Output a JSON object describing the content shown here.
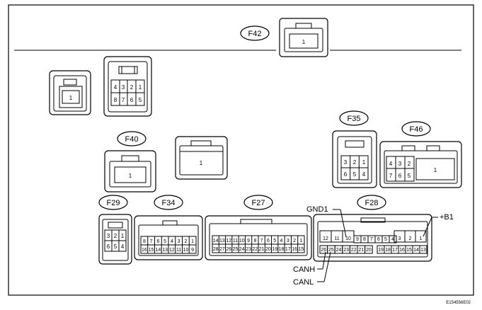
{
  "connectors": {
    "F42": {
      "label": "F42",
      "pins": [
        "1"
      ]
    },
    "F40": {
      "label": "F40",
      "pins": [
        "1"
      ]
    },
    "F35": {
      "label": "F35",
      "rows": [
        [
          "3",
          "2",
          "1"
        ],
        [
          "6",
          "5",
          "4"
        ]
      ]
    },
    "F46": {
      "label": "F46",
      "rows": [
        [
          "4",
          "3",
          "2"
        ],
        [
          "7",
          "6",
          "5"
        ]
      ],
      "big": "1"
    },
    "F29": {
      "label": "F29",
      "rows": [
        [
          "3",
          "2",
          "1"
        ],
        [
          "6",
          "5",
          "4"
        ]
      ]
    },
    "F34": {
      "label": "F34",
      "rows": [
        [
          "8",
          "7",
          "6",
          "5",
          "4",
          "3",
          "2",
          "1"
        ],
        [
          "16",
          "15",
          "14",
          "13",
          "12",
          "11",
          "10",
          "9"
        ]
      ]
    },
    "F27": {
      "label": "F27",
      "rows": [
        [
          "14",
          "13",
          "12",
          "11",
          "10",
          "9",
          "8",
          "7",
          "6",
          "5",
          "4",
          "3",
          "2",
          "1"
        ],
        [
          "28",
          "27",
          "26",
          "25",
          "24",
          "23",
          "22",
          "21",
          "20",
          "19",
          "18",
          "17",
          "16",
          "15"
        ]
      ]
    },
    "F28": {
      "label": "F28",
      "top_left": [
        "12",
        "11",
        "10"
      ],
      "top_mid": [
        "9",
        "8",
        "7",
        "6",
        "5",
        "4"
      ],
      "top_right": [
        "3",
        "2",
        "1"
      ],
      "bot_left": [
        "26",
        "25",
        "24",
        "23",
        "22",
        "21",
        "20"
      ],
      "bot_right": [
        "19",
        "18",
        "17",
        "16",
        "15",
        "14",
        "13"
      ]
    },
    "U1": {
      "pins": [
        "1"
      ]
    },
    "U2": {
      "rows": [
        [
          "4",
          "3",
          "2",
          "1"
        ],
        [
          "8",
          "7",
          "6",
          "5"
        ]
      ]
    },
    "U3": {
      "pins": [
        "1"
      ]
    }
  },
  "signals": {
    "gnd1": "GND1",
    "canh": "CANH",
    "canl": "CANL",
    "b1": "+B1"
  },
  "code": "E154556E02"
}
